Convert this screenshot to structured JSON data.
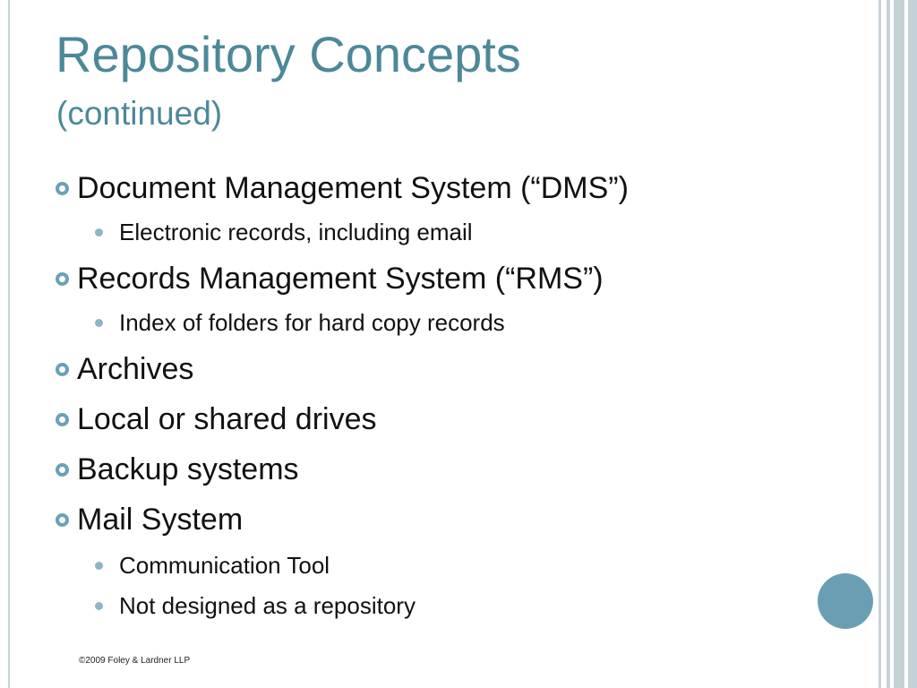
{
  "title": {
    "main": "Repository Concepts",
    "sub": "(continued)"
  },
  "bullets": [
    {
      "level": 1,
      "text": "Document Management System (“DMS”)"
    },
    {
      "level": 2,
      "text": "Electronic records, including email"
    },
    {
      "level": 1,
      "text": "Records Management System (“RMS”)"
    },
    {
      "level": 2,
      "text": "Index of folders for hard copy records"
    },
    {
      "level": 1,
      "text": "Archives"
    },
    {
      "level": 1,
      "text": "Local or shared drives"
    },
    {
      "level": 1,
      "text": "Backup systems"
    },
    {
      "level": 1,
      "text": "Mail System"
    },
    {
      "level": 2,
      "text": "Communication Tool"
    },
    {
      "level": 2,
      "text": "Not designed as a repository"
    }
  ],
  "footer": "©2009 Foley & Lardner LLP",
  "colors": {
    "title": "#4d8899",
    "accent": "#6a9fb3",
    "bullet_ring": "#6aa1b6",
    "sub_bullet": "#8fb4c4"
  }
}
